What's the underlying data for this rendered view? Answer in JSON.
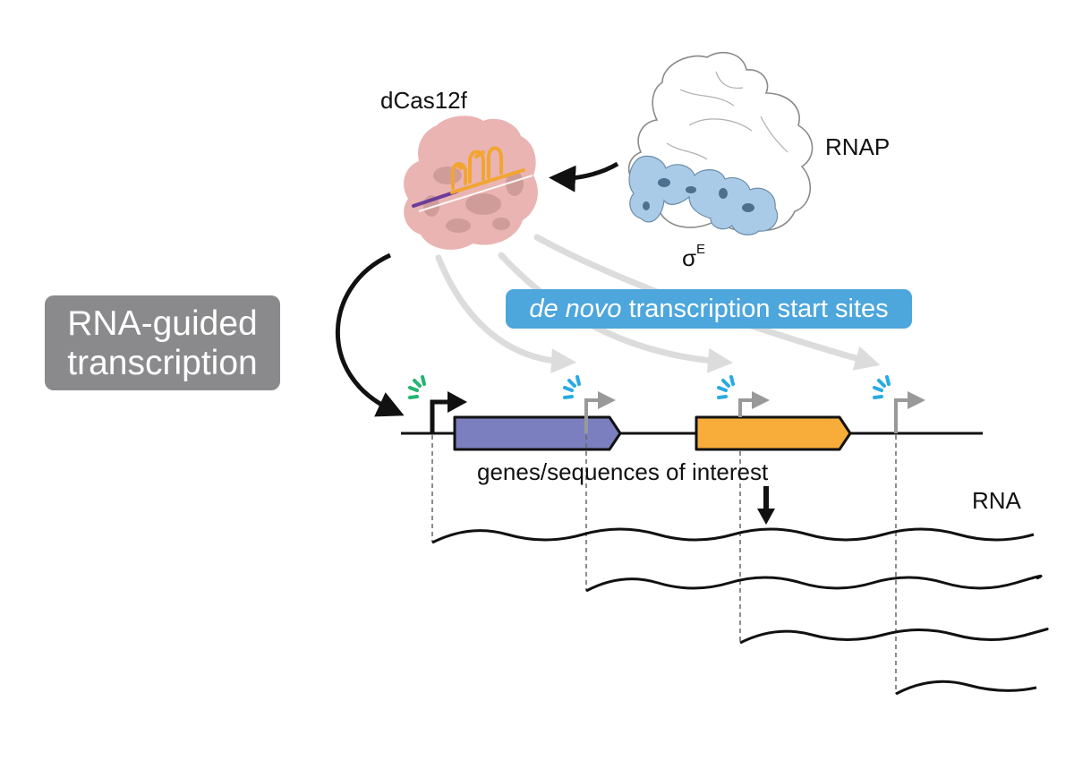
{
  "labels": {
    "dcas12f": "dCas12f",
    "rnap": "RNAP",
    "sigma_base": "σ",
    "sigma_sup": "E",
    "rna_guided_line1": "RNA-guided",
    "rna_guided_line2": "transcription",
    "de_novo_italic": "de novo",
    "de_novo_rest": " transcription start sites",
    "genes": "genes/sequences of interest",
    "rna": "RNA"
  },
  "colors": {
    "dcas_protein": "#e9b4b2",
    "dcas_shadow": "#c79593",
    "guide_rna": "#f2a530",
    "target_dna": "#6a3d9a",
    "rnap_outline": "#8a8a8a",
    "sigma_fill": "#a9cbe8",
    "sigma_dark": "#355a78",
    "gene_blue": "#7b7fbf",
    "gene_orange": "#f8ad3a",
    "tss_green": "#22b573",
    "tss_blue": "#29abe2",
    "promoter_gray": "#999999",
    "grey_box": "#8a8a8c",
    "blue_box": "#4da6dc"
  }
}
